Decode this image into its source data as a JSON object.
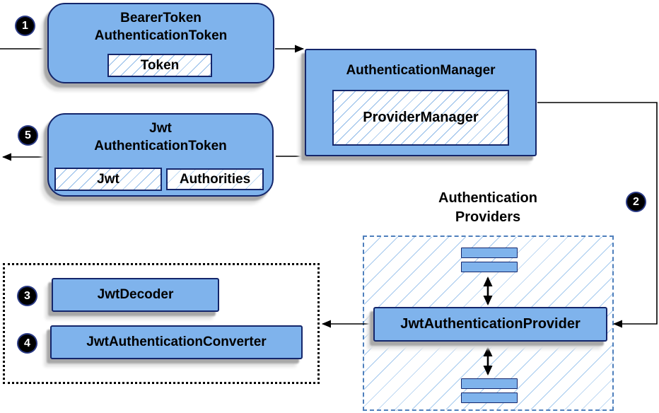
{
  "diagram": {
    "type": "flow-diagram",
    "steps": {
      "s1": "1",
      "s2": "2",
      "s3": "3",
      "s4": "4",
      "s5": "5"
    },
    "nodes": {
      "bearer_token": {
        "title_line1": "BearerToken",
        "title_line2": "AuthenticationToken",
        "field": "Token"
      },
      "authentication_manager": {
        "title": "AuthenticationManager",
        "implementation": "ProviderManager"
      },
      "jwt_authentication_token": {
        "title_line1": "Jwt",
        "title_line2": "AuthenticationToken",
        "field1": "Jwt",
        "field2": "Authorities"
      },
      "authentication_providers": {
        "title_line1": "Authentication",
        "title_line2": "Providers"
      },
      "jwt_authentication_provider": {
        "title": "JwtAuthenticationProvider"
      },
      "jwt_decoder": {
        "title": "JwtDecoder"
      },
      "jwt_authentication_converter": {
        "title": "JwtAuthenticationConverter"
      }
    },
    "colors": {
      "node_fill": "#7FB3EC",
      "node_border": "#14266B",
      "hatch_line": "#8FBAE8",
      "providers_border": "#4E7FBC",
      "connector": "#000000"
    }
  }
}
